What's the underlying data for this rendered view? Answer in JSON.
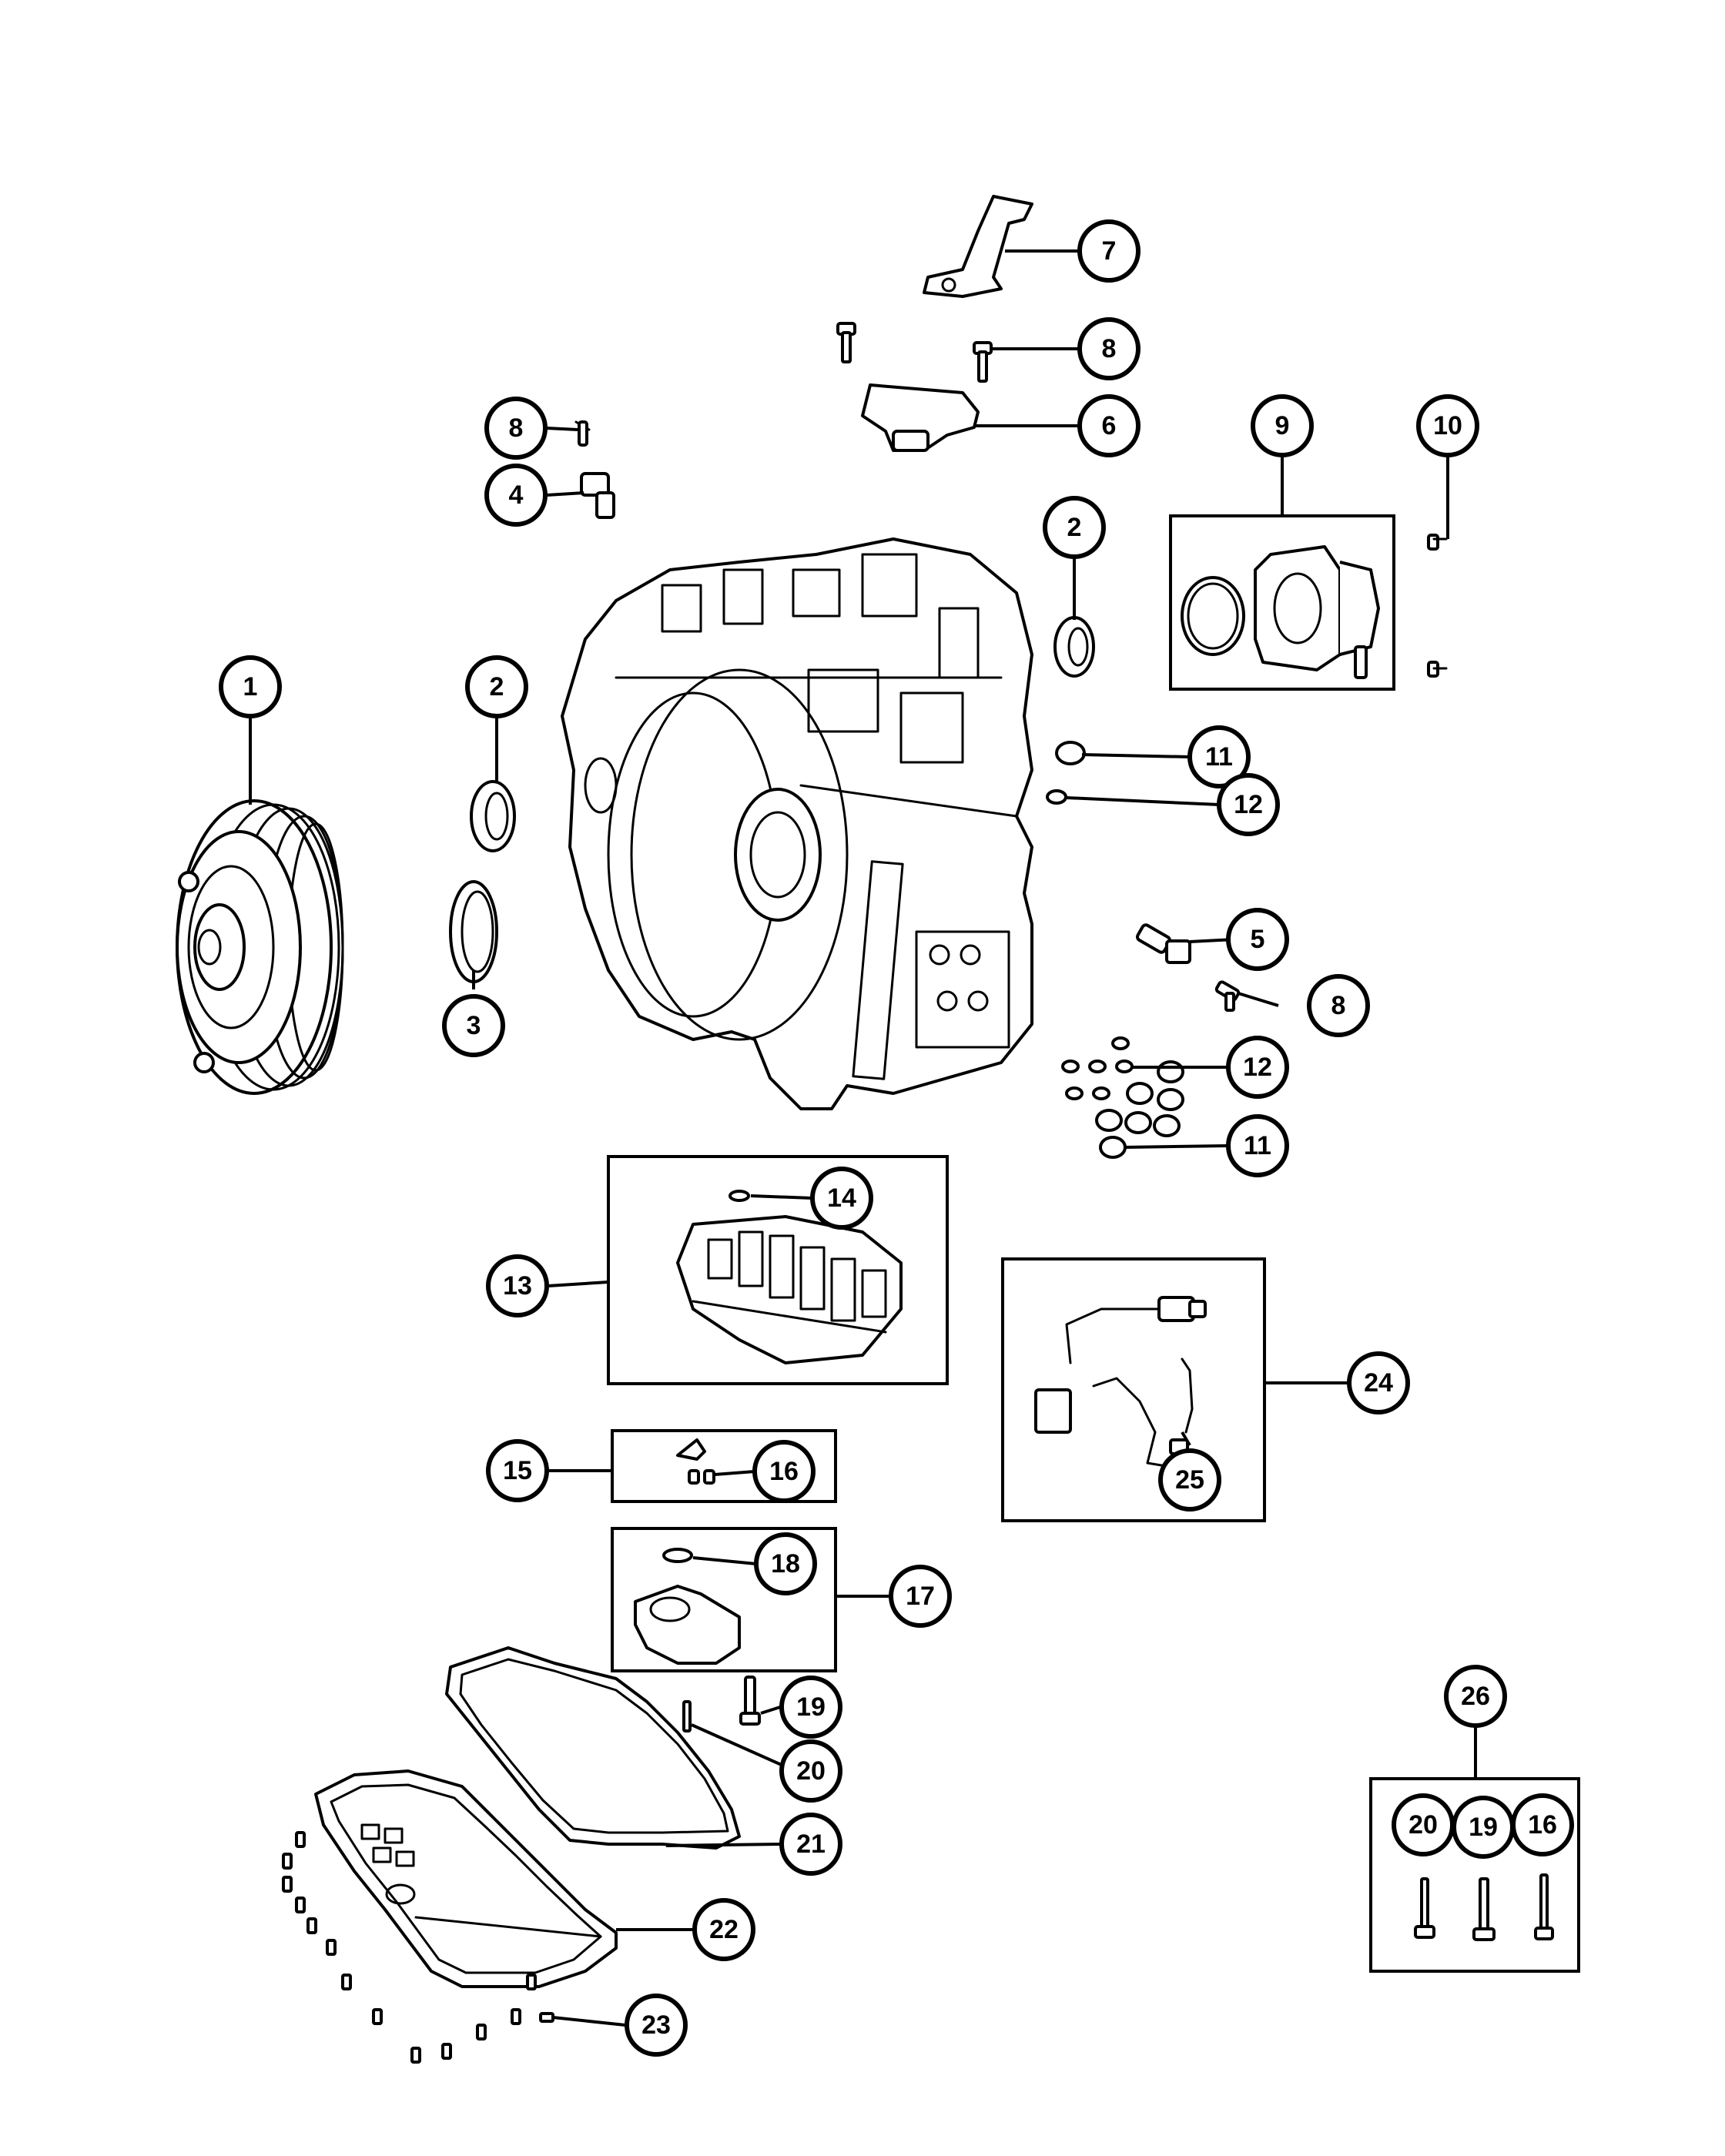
{
  "callouts": [
    {
      "id": "c1",
      "label": "1"
    },
    {
      "id": "c2a",
      "label": "2"
    },
    {
      "id": "c2b",
      "label": "2"
    },
    {
      "id": "c3",
      "label": "3"
    },
    {
      "id": "c4",
      "label": "4"
    },
    {
      "id": "c5",
      "label": "5"
    },
    {
      "id": "c6",
      "label": "6"
    },
    {
      "id": "c7",
      "label": "7"
    },
    {
      "id": "c8a",
      "label": "8"
    },
    {
      "id": "c8b",
      "label": "8"
    },
    {
      "id": "c8c",
      "label": "8"
    },
    {
      "id": "c9",
      "label": "9"
    },
    {
      "id": "c10",
      "label": "10"
    },
    {
      "id": "c11a",
      "label": "11"
    },
    {
      "id": "c11b",
      "label": "11"
    },
    {
      "id": "c12a",
      "label": "12"
    },
    {
      "id": "c12b",
      "label": "12"
    },
    {
      "id": "c13",
      "label": "13"
    },
    {
      "id": "c14",
      "label": "14"
    },
    {
      "id": "c15",
      "label": "15"
    },
    {
      "id": "c16a",
      "label": "16"
    },
    {
      "id": "c16b",
      "label": "16"
    },
    {
      "id": "c17",
      "label": "17"
    },
    {
      "id": "c18",
      "label": "18"
    },
    {
      "id": "c19a",
      "label": "19"
    },
    {
      "id": "c19b",
      "label": "19"
    },
    {
      "id": "c20a",
      "label": "20"
    },
    {
      "id": "c20b",
      "label": "20"
    },
    {
      "id": "c21",
      "label": "21"
    },
    {
      "id": "c22",
      "label": "22"
    },
    {
      "id": "c23",
      "label": "23"
    },
    {
      "id": "c24",
      "label": "24"
    },
    {
      "id": "c25",
      "label": "25"
    },
    {
      "id": "c26",
      "label": "26"
    }
  ]
}
